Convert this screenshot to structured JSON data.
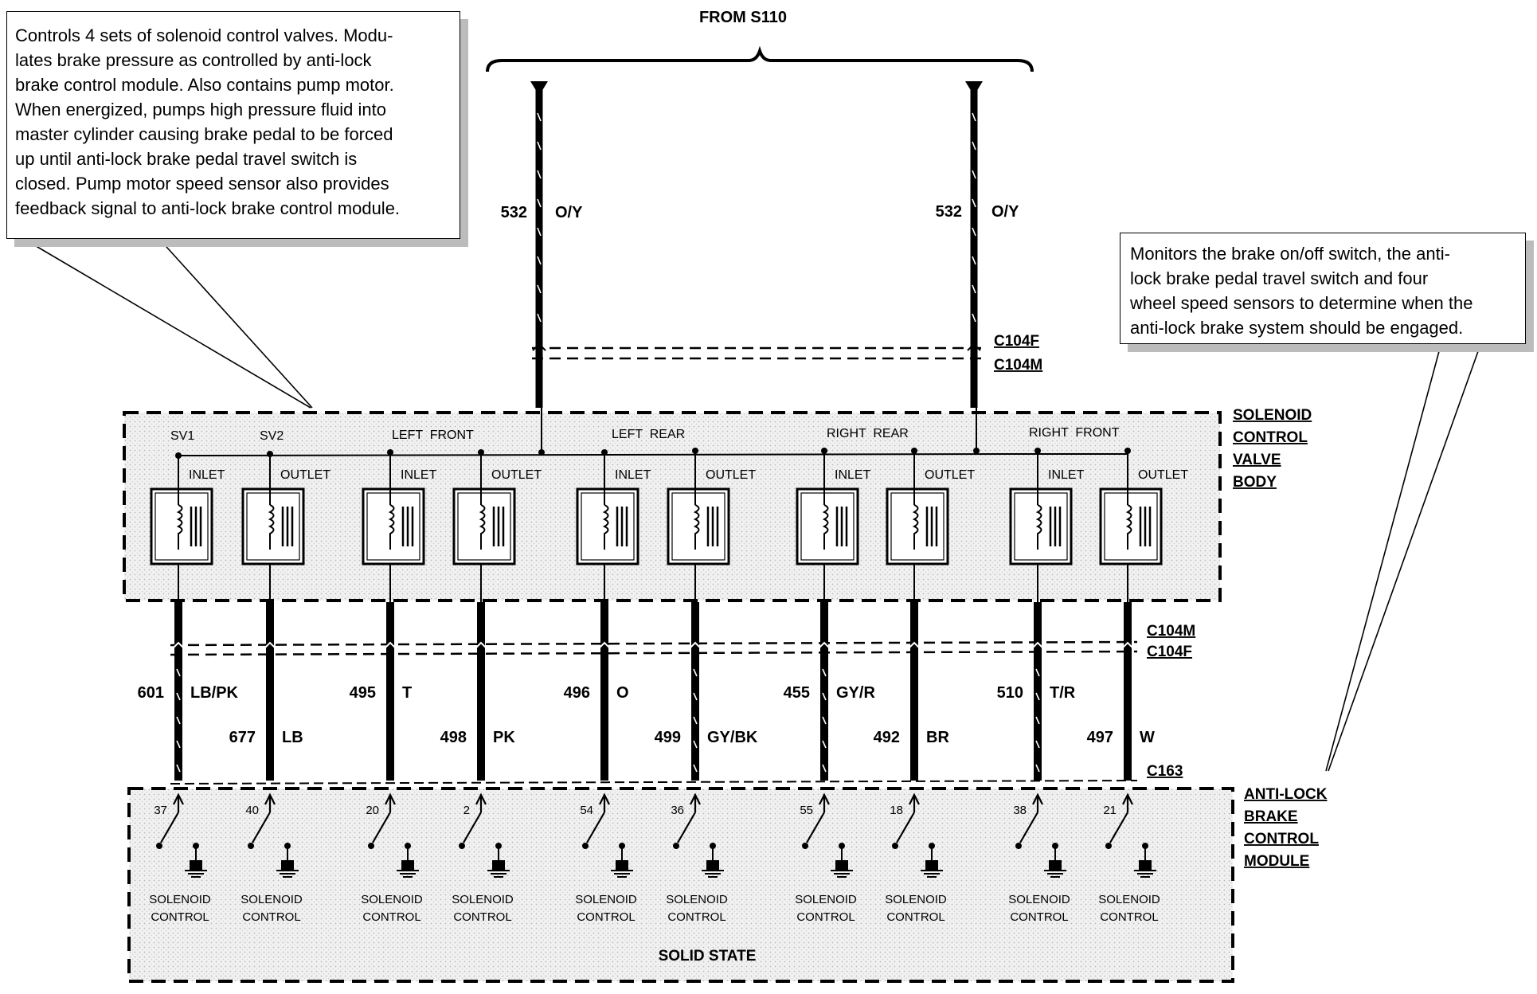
{
  "title": "FROM S110",
  "callout_left": [
    "Controls 4 sets of solenoid control valves. Modu-",
    "lates brake pressure as controlled by anti-lock",
    "brake control module. Also contains pump motor.",
    "When energized, pumps high pressure fluid into",
    "master cylinder causing brake pedal to be forced",
    "up until  anti-lock brake pedal travel switch is",
    "closed. Pump motor speed sensor also provides",
    "feedback signal to anti-lock brake control module."
  ],
  "callout_right": [
    "Monitors the brake on/off switch, the anti-",
    "lock brake pedal travel switch and four",
    "wheel speed sensors to determine when the",
    "anti-lock brake system should be engaged."
  ],
  "top_wires": [
    {
      "num": "532",
      "color": "O/Y"
    },
    {
      "num": "532",
      "color": "O/Y"
    }
  ],
  "connectors": {
    "c104f_top": "C104F",
    "c104m_top": "C104M",
    "c104m_bottom": "C104M",
    "c104f_bottom": "C104F",
    "c163": "C163"
  },
  "valve_body_label": [
    "SOLENOID",
    "CONTROL",
    "VALVE",
    "BODY"
  ],
  "module_label": [
    "ANTI-LOCK",
    "BRAKE",
    "CONTROL",
    "MODULE"
  ],
  "group_labels": [
    "SV1",
    "SV2",
    "LEFT  FRONT",
    "LEFT  REAR",
    "RIGHT  REAR",
    "RIGHT  FRONT"
  ],
  "valves": [
    {
      "label": "INLET"
    },
    {
      "label": "OUTLET"
    },
    {
      "label": "INLET"
    },
    {
      "label": "OUTLET"
    },
    {
      "label": "INLET"
    },
    {
      "label": "OUTLET"
    },
    {
      "label": "INLET"
    },
    {
      "label": "OUTLET"
    },
    {
      "label": "INLET"
    },
    {
      "label": "OUTLET"
    }
  ],
  "wires": [
    {
      "num": "601",
      "color": "LB/PK",
      "pin": "37"
    },
    {
      "num": "677",
      "color": "LB",
      "pin": "40"
    },
    {
      "num": "495",
      "color": "T",
      "pin": "20"
    },
    {
      "num": "498",
      "color": "PK",
      "pin": "2"
    },
    {
      "num": "496",
      "color": "O",
      "pin": "54"
    },
    {
      "num": "499",
      "color": "GY/BK",
      "pin": "36"
    },
    {
      "num": "455",
      "color": "GY/R",
      "pin": "55"
    },
    {
      "num": "492",
      "color": "BR",
      "pin": "18"
    },
    {
      "num": "510",
      "color": "T/R",
      "pin": "38"
    },
    {
      "num": "497",
      "color": "W",
      "pin": "21"
    }
  ],
  "switch_label_1": "SOLENOID",
  "switch_label_2": "CONTROL",
  "solid_state": "SOLID STATE",
  "colors": {
    "shade": "#e8e8e8",
    "shadow": "#bcbcbc",
    "ink": "#000000"
  }
}
